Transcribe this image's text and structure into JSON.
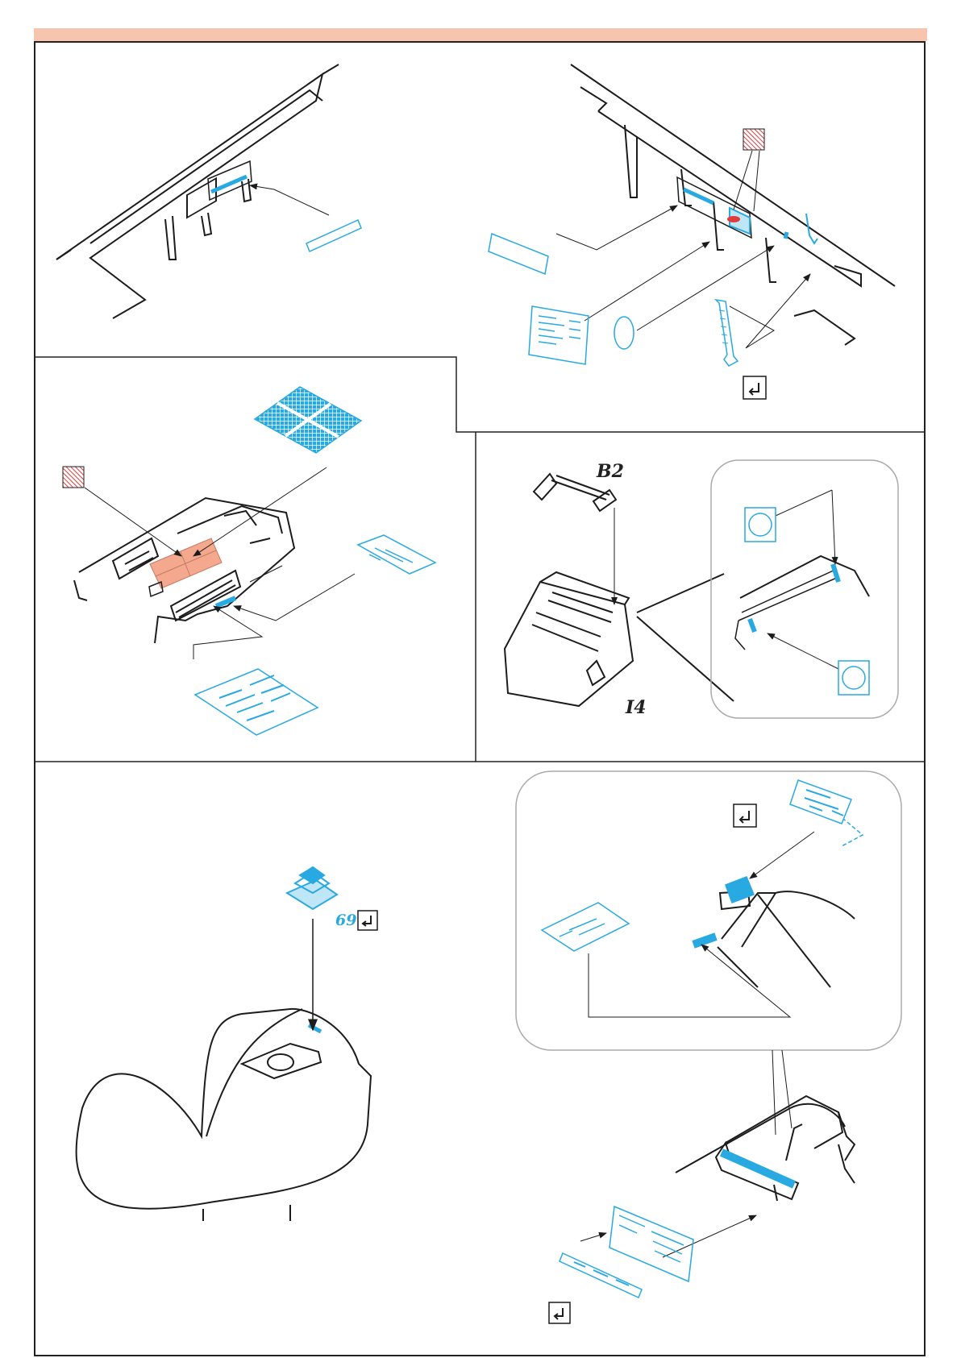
{
  "header": {
    "bar_color": "#f7c4ad"
  },
  "colors": {
    "photoetch": "#29a9e1",
    "photoetch_fill": "#bfe6f7",
    "paint": "#f4a98e",
    "warn": "#e23b3b",
    "line": "#1c1c1c"
  },
  "labels": {
    "part_b2": "B2",
    "part_i4": "I4",
    "part_69": "69"
  },
  "icons": [
    "fold-arrow-icon",
    "paint-hatch-icon"
  ]
}
